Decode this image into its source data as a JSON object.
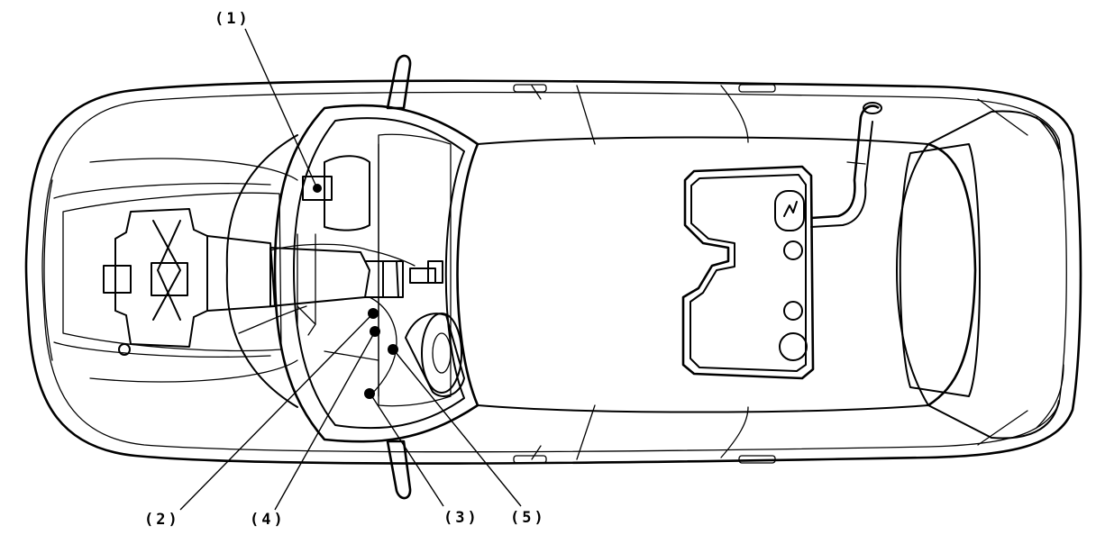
{
  "callouts": [
    {
      "id": "1",
      "label": "(1)"
    },
    {
      "id": "2",
      "label": "(2)"
    },
    {
      "id": "4",
      "label": "(4)"
    },
    {
      "id": "3",
      "label": "(3)"
    },
    {
      "id": "5",
      "label": "(5)"
    }
  ]
}
